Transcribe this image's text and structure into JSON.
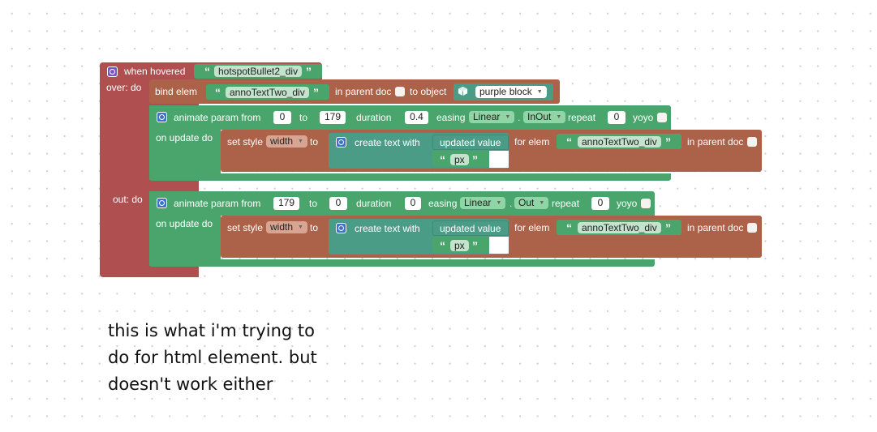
{
  "hover_block": {
    "title": "when hovered",
    "target": "hotspotBullet2_div",
    "over_label": "over: do",
    "out_label": "out: do"
  },
  "bind_block": {
    "label": "bind elem",
    "elem": "annoTextTwo_div",
    "in_parent_label": "in parent doc",
    "to_object_label": "to object",
    "object": "purple block"
  },
  "animate_over": {
    "label": "animate param from",
    "from": "0",
    "to_label": "to",
    "to": "179",
    "duration_label": "duration",
    "duration": "0.4",
    "easing_label": "easing",
    "easing": "Linear",
    "dot": ".",
    "easing_mode": "InOut",
    "repeat_label": "repeat",
    "repeat": "0",
    "yoyo_label": "yoyo",
    "on_update_label": "on update do"
  },
  "animate_out": {
    "label": "animate param from",
    "from": "179",
    "to_label": "to",
    "to": "0",
    "duration_label": "duration",
    "duration": "0",
    "easing_label": "easing",
    "easing": "Linear",
    "dot": ".",
    "easing_mode": "Out",
    "repeat_label": "repeat",
    "repeat": "0",
    "yoyo_label": "yoyo",
    "on_update_label": "on update do"
  },
  "set_style": {
    "label": "set style",
    "property": "width",
    "to_label": "to",
    "create_text_label": "create text with",
    "updated_value_label": "updated value",
    "unit": "px",
    "for_elem_label": "for elem",
    "elem": "annoTextTwo_div",
    "in_parent_label": "in parent doc"
  },
  "note": {
    "lines": [
      "this is what i'm trying to",
      "do for html element. but",
      "doesn't work either"
    ]
  }
}
